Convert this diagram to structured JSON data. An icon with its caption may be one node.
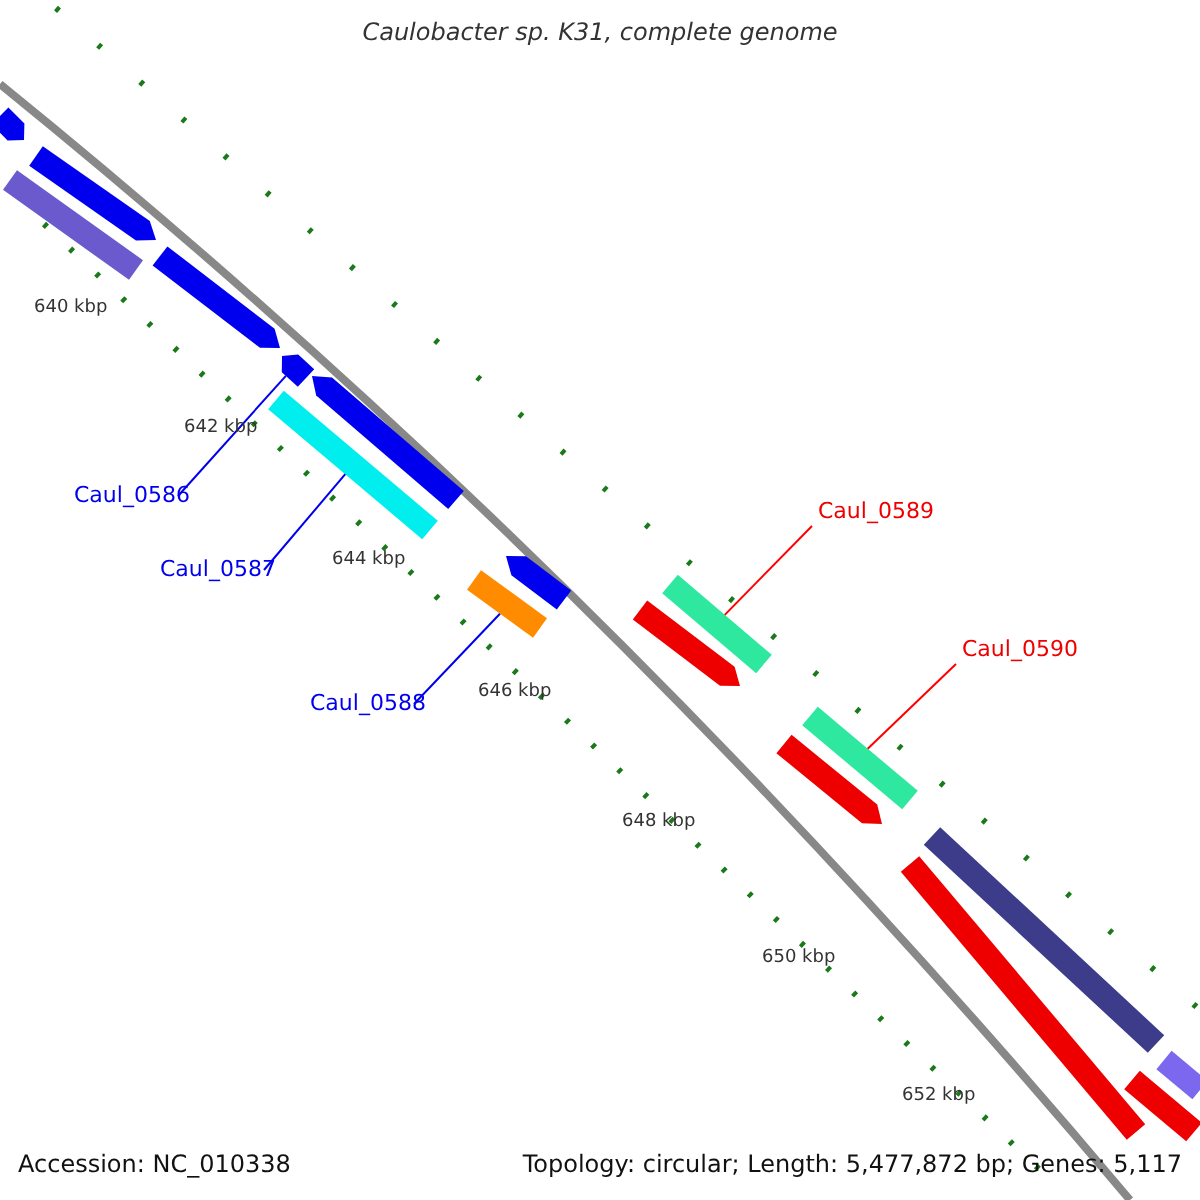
{
  "diagram": {
    "title": "Caulobacter sp. K31, complete genome",
    "nodes": [
      {
        "text": [
          "Caul_0586"
        ]
      },
      {
        "text": [
          "Caul_0587"
        ]
      },
      {
        "text": [
          "Caul_0588"
        ]
      },
      {
        "text": [
          "Caul_0589"
        ]
      },
      {
        "text": [
          "Caul_0590"
        ]
      },
      {
        "text": [],
        "shape": "bar"
      },
      {
        "text": [],
        "shape": "bar"
      },
      {
        "text": [],
        "shape": "bar"
      },
      {
        "text": [],
        "shape": "bar"
      },
      {
        "text": [],
        "shape": "bar"
      },
      {
        "text": [],
        "shape": "bar"
      },
      {
        "text": [],
        "shape": "bar"
      },
      {
        "text": [],
        "shape": "bar"
      },
      {
        "text": [],
        "shape": "bar"
      },
      {
        "text": [],
        "shape": "bar"
      },
      {
        "text": [],
        "shape": "bar"
      },
      {
        "text": [],
        "shape": "bar"
      },
      {
        "text": [],
        "shape": "bar"
      },
      {
        "text": [],
        "shape": "bar"
      },
      {
        "text": [],
        "shape": "bar"
      },
      {
        "text": [],
        "shape": "bar"
      },
      {
        "text": [],
        "shape": "bar"
      }
    ],
    "edges": [
      {
        "from": 0,
        "to": 5,
        "arrow": "none"
      },
      {
        "from": 1,
        "to": 6,
        "arrow": "none"
      },
      {
        "from": 2,
        "to": 7,
        "arrow": "none"
      },
      {
        "from": 3,
        "to": 8,
        "arrow": "none",
        "color": "#ff0000"
      },
      {
        "from": 4,
        "to": 9,
        "arrow": "none",
        "color": "#ff0000"
      }
    ],
    "labels": [
      "640 kbp",
      "642 kbp",
      "644 kbp",
      "646 kbp",
      "648 kbp",
      "650 kbp",
      "652 kbp",
      "Accession: NC_010338",
      "Topology: circular; Length: 5,477,872 bp; Genes: 5,117"
    ]
  }
}
